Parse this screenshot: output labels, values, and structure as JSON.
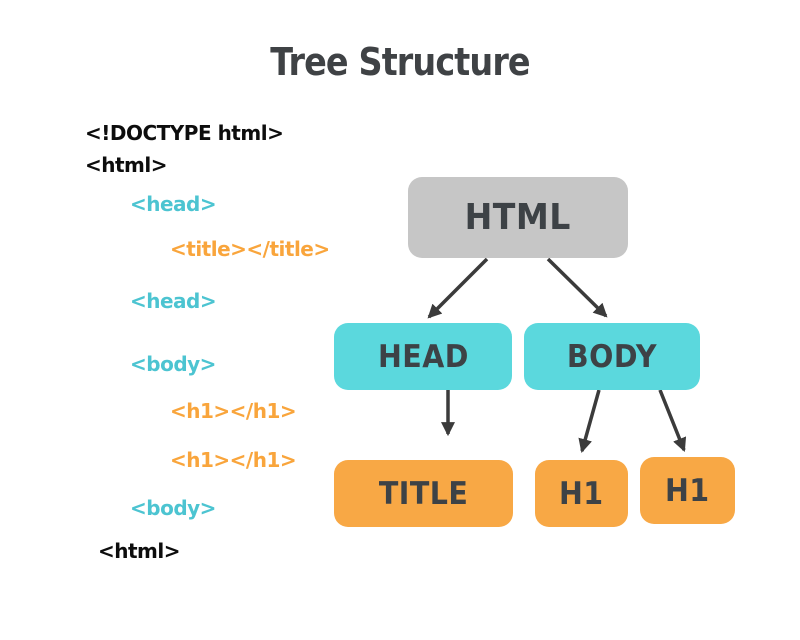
{
  "title": "Tree Structure",
  "colors": {
    "background": "#ffffff",
    "title-text": "#3f4245",
    "code-black": "#0d0d0d",
    "code-teal": "#4cc4d1",
    "code-orange": "#f9a53c",
    "node-gray": "#c6c6c6",
    "node-teal": "#5bd8dd",
    "node-orange": "#f8a845",
    "node-text": "#3d4246",
    "arrow": "#3b3b3b"
  },
  "code_listing": {
    "lines": [
      {
        "text": "<!DOCTYPE html>",
        "color": "black",
        "indent": 0
      },
      {
        "text": "<html>",
        "color": "black",
        "indent": 0
      },
      {
        "text": "<head>",
        "color": "teal",
        "indent": 1
      },
      {
        "text": "<title></title>",
        "color": "orange",
        "indent": 2
      },
      {
        "text": "<head>",
        "color": "teal",
        "indent": 1
      },
      {
        "text": "<body>",
        "color": "teal",
        "indent": 1
      },
      {
        "text": "<h1></h1>",
        "color": "orange",
        "indent": 2
      },
      {
        "text": "<h1></h1>",
        "color": "orange",
        "indent": 2
      },
      {
        "text": "<body>",
        "color": "teal",
        "indent": 1
      },
      {
        "text": "<html>",
        "color": "black",
        "indent": 0
      }
    ]
  },
  "tree": {
    "nodes": [
      {
        "id": "html",
        "label": "HTML",
        "color": "gray",
        "level": 0
      },
      {
        "id": "head",
        "label": "HEAD",
        "color": "teal",
        "level": 1
      },
      {
        "id": "body",
        "label": "BODY",
        "color": "teal",
        "level": 1
      },
      {
        "id": "title",
        "label": "TITLE",
        "color": "orange",
        "level": 2
      },
      {
        "id": "h1-left",
        "label": "H1",
        "color": "orange",
        "level": 2
      },
      {
        "id": "h1-right",
        "label": "H1",
        "color": "orange",
        "level": 2
      }
    ],
    "edges": [
      {
        "from": "html",
        "to": "head"
      },
      {
        "from": "html",
        "to": "body"
      },
      {
        "from": "head",
        "to": "title"
      },
      {
        "from": "body",
        "to": "h1-left"
      },
      {
        "from": "body",
        "to": "h1-right"
      }
    ]
  }
}
